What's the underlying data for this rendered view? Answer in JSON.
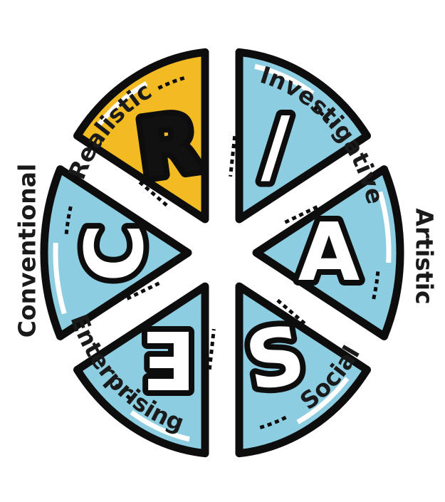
{
  "segments": [
    {
      "key": "realistic",
      "label": "Realistic",
      "letter": "R",
      "fill": "#f3bb22",
      "letter_fill": "#111111",
      "highlighted": true
    },
    {
      "key": "investigative",
      "label": "Investigative",
      "letter": "I",
      "fill": "#8dcde2",
      "letter_fill": "#ffffff",
      "highlighted": false
    },
    {
      "key": "artistic",
      "label": "Artistic",
      "letter": "A",
      "fill": "#8dcde2",
      "letter_fill": "#ffffff",
      "highlighted": false
    },
    {
      "key": "social",
      "label": "Social",
      "letter": "S",
      "fill": "#8dcde2",
      "letter_fill": "#ffffff",
      "highlighted": false
    },
    {
      "key": "enterprising",
      "label": "Enterprising",
      "letter": "E",
      "fill": "#8dcde2",
      "letter_fill": "#ffffff",
      "highlighted": false
    },
    {
      "key": "conventional",
      "label": "Conventional",
      "letter": "C",
      "fill": "#8dcde2",
      "letter_fill": "#ffffff",
      "highlighted": false
    }
  ],
  "colors": {
    "outline": "#0d0d0d",
    "highlight": "#f3bb22",
    "base": "#8dcde2"
  }
}
